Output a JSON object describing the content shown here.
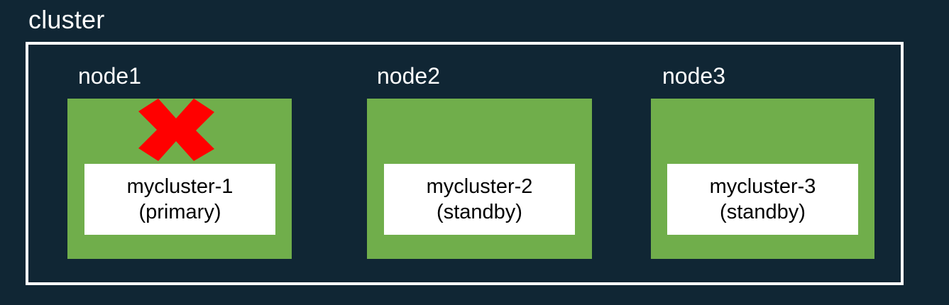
{
  "diagram": {
    "title": "cluster",
    "background_color": "#102634",
    "border_color": "#ffffff",
    "node_color": "#70AE4B",
    "instance_box_color": "#ffffff",
    "instance_text_color": "#000000",
    "failure_marker_color": "#FF0000",
    "nodes": [
      {
        "label": "node1",
        "instance_name": "mycluster-1",
        "instance_role": "(primary)",
        "instance_text": "mycluster-1\n(primary)",
        "failed": true,
        "failure_marker": "red-cross-icon"
      },
      {
        "label": "node2",
        "instance_name": "mycluster-2",
        "instance_role": "(standby)",
        "instance_text": "mycluster-2\n(standby)",
        "failed": false,
        "failure_marker": ""
      },
      {
        "label": "node3",
        "instance_name": "mycluster-3",
        "instance_role": "(standby)",
        "instance_text": "mycluster-3\n(standby)",
        "failed": false,
        "failure_marker": ""
      }
    ]
  }
}
